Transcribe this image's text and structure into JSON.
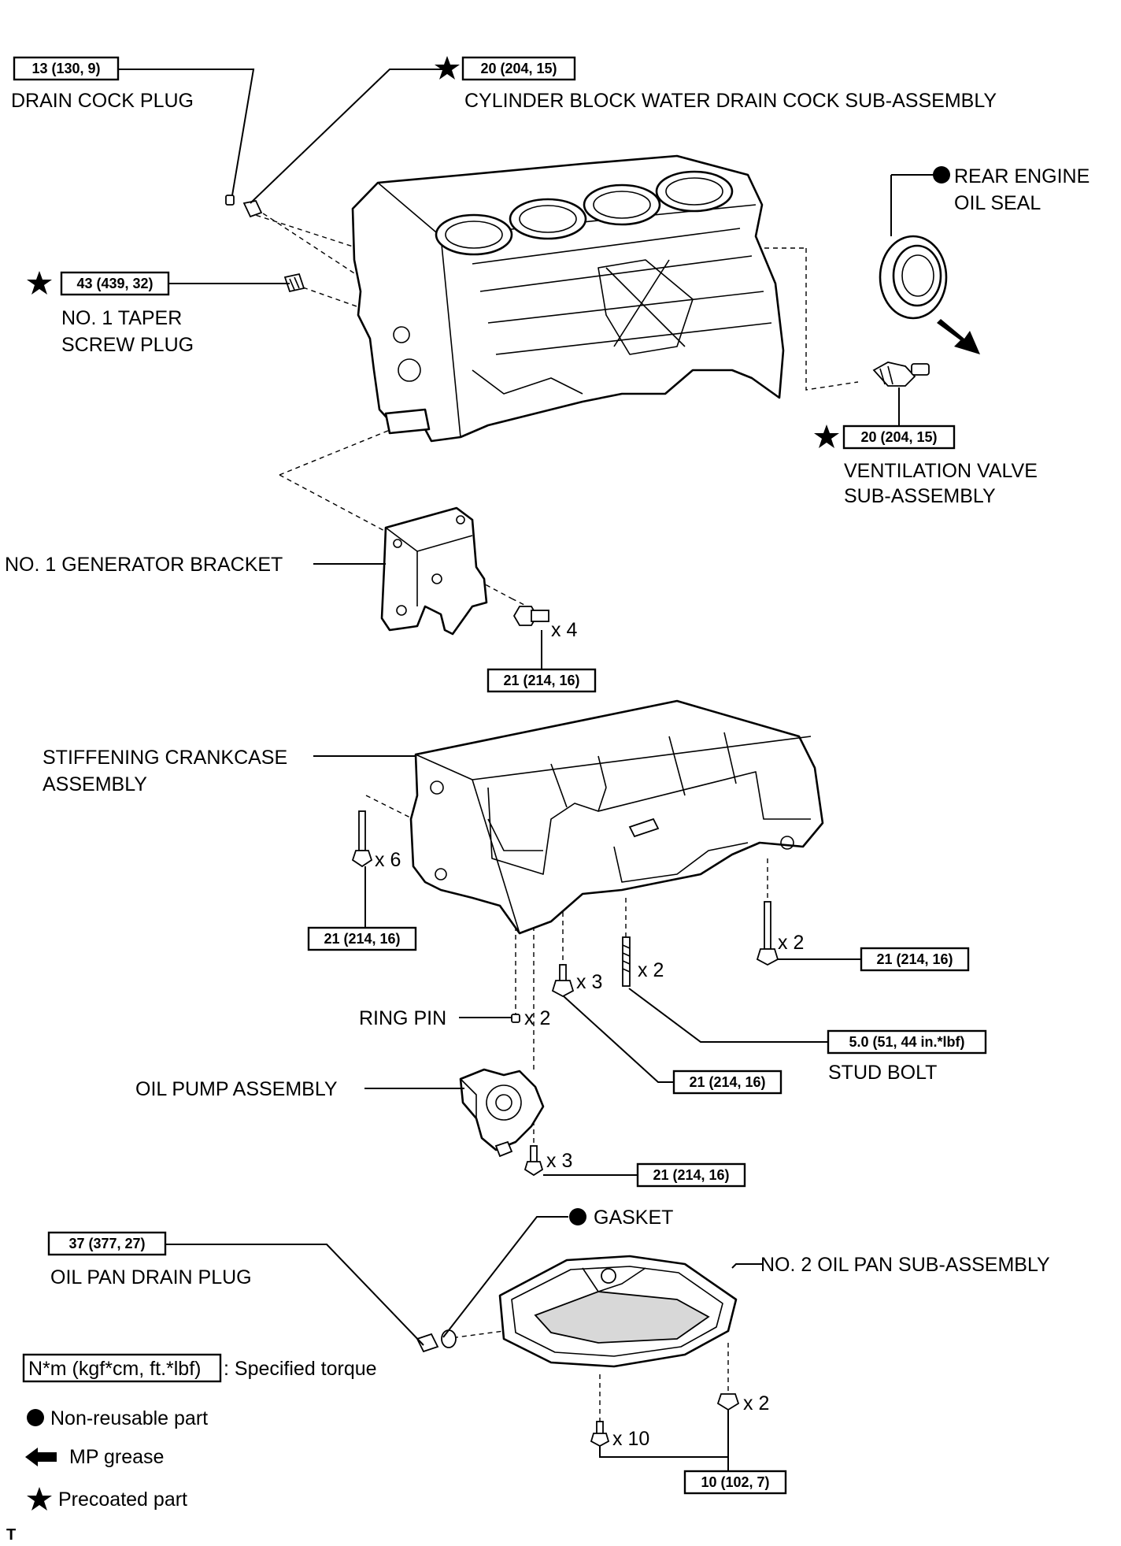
{
  "torque_specs": {
    "drain_cock_plug": "13 (130, 9)",
    "water_drain_cock": "20 (204, 15)",
    "taper_screw_plug": "43 (439, 32)",
    "ventilation_valve": "20 (204, 15)",
    "generator_bracket_bolts": "21 (214, 16)",
    "crankcase_bolts_left": "21 (214, 16)",
    "crankcase_bolts_right": "21 (214, 16)",
    "stud_bolt": "5.0 (51, 44 in.*lbf)",
    "crankcase_bolts_center": "21 (214, 16)",
    "oil_pump_bolts": "21 (214, 16)",
    "oil_pan_drain_plug": "37 (377, 27)",
    "oil_pan_bolts": "10 (102, 7)"
  },
  "labels": {
    "drain_cock_plug": "DRAIN COCK PLUG",
    "water_drain_cock": "CYLINDER BLOCK WATER DRAIN COCK SUB-ASSEMBLY",
    "rear_oil_seal_1": "REAR ENGINE",
    "rear_oil_seal_2": "OIL SEAL",
    "taper_screw_plug_1": "NO. 1 TAPER",
    "taper_screw_plug_2": "SCREW PLUG",
    "ventilation_valve_1": "VENTILATION VALVE",
    "ventilation_valve_2": "SUB-ASSEMBLY",
    "generator_bracket": "NO. 1 GENERATOR BRACKET",
    "crankcase_1": "STIFFENING CRANKCASE",
    "crankcase_2": "ASSEMBLY",
    "ring_pin": "RING PIN",
    "stud_bolt": "STUD BOLT",
    "oil_pump": "OIL PUMP ASSEMBLY",
    "gasket": "GASKET",
    "oil_pan": "NO. 2 OIL PAN SUB-ASSEMBLY",
    "oil_pan_drain_plug": "OIL PAN DRAIN PLUG"
  },
  "quantities": {
    "generator_bolts": "x 4",
    "crankcase_left": "x 6",
    "crankcase_right": "x 2",
    "crankcase_center": "x 3",
    "stud_bolts": "x 2",
    "ring_pins": "x 2",
    "oil_pump_bolts": "x 3",
    "oil_pan_nuts": "x 2",
    "oil_pan_bolts": "x 10"
  },
  "legend": {
    "torque_box": "N*m (kgf*cm, ft.*lbf)",
    "torque_text": ": Specified torque",
    "non_reusable": "Non-reusable part",
    "mp_grease": "MP grease",
    "precoated": "Precoated part"
  },
  "footer_mark": "T"
}
